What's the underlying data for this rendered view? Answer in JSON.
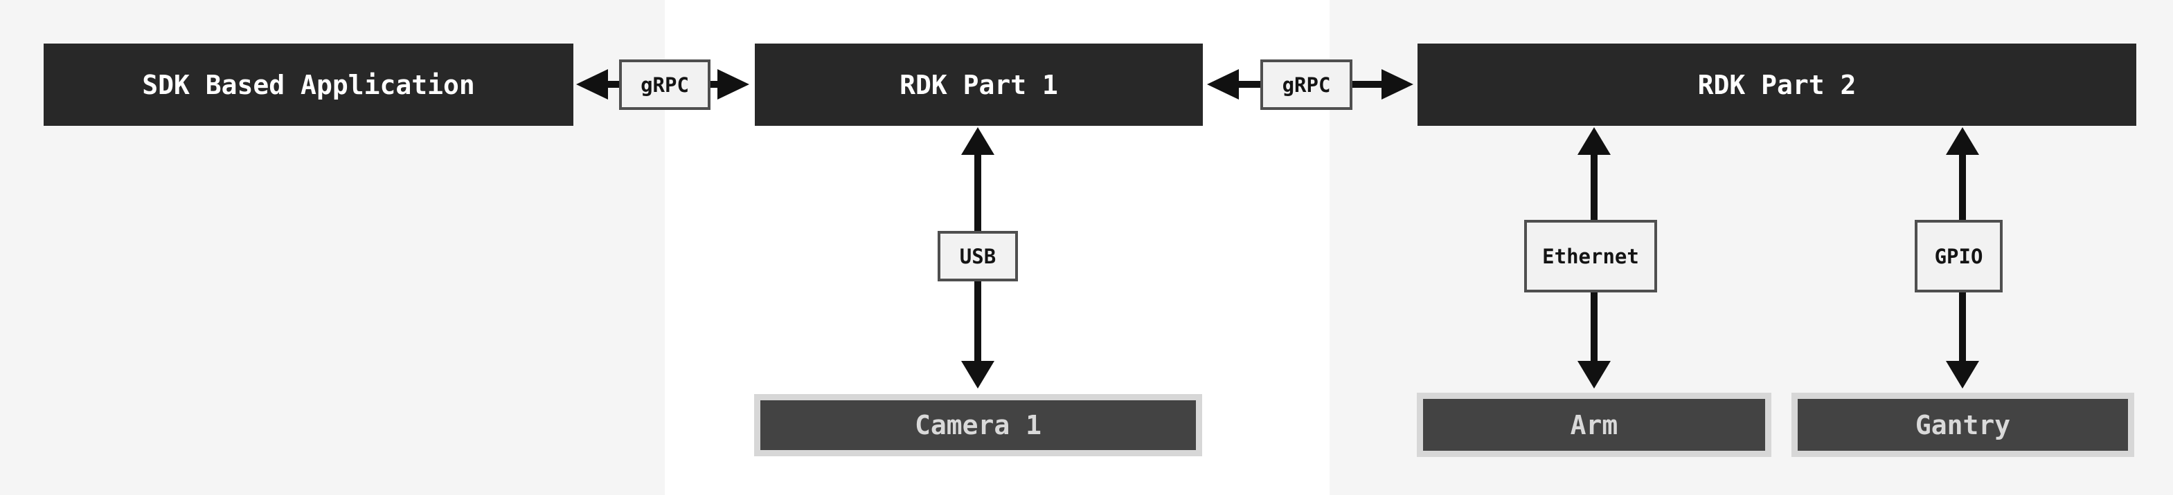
{
  "diagram": {
    "nodes": {
      "sdk_app": {
        "label": "SDK Based Application"
      },
      "rdk_part_1": {
        "label": "RDK Part 1"
      },
      "rdk_part_2": {
        "label": "RDK Part 2"
      },
      "camera_1": {
        "label": "Camera 1"
      },
      "arm": {
        "label": "Arm"
      },
      "gantry": {
        "label": "Gantry"
      }
    },
    "edge_labels": {
      "grpc_1": {
        "label": "gRPC"
      },
      "grpc_2": {
        "label": "gRPC"
      },
      "usb": {
        "label": "USB"
      },
      "ethernet": {
        "label": "Ethernet"
      },
      "gpio": {
        "label": "GPIO"
      }
    },
    "colors": {
      "panel_gray": "#f5f5f5",
      "panel_white": "#ffffff",
      "dark_node_bg": "#282828",
      "dark_node_text": "#ffffff",
      "framed_node_bg": "#434343",
      "framed_node_frame": "#d7d7d7",
      "framed_node_text": "#d9d9d9",
      "label_bg": "#f2f2f2",
      "label_border": "#4f4f4f",
      "label_text": "#141414",
      "arrow": "#111111"
    }
  }
}
